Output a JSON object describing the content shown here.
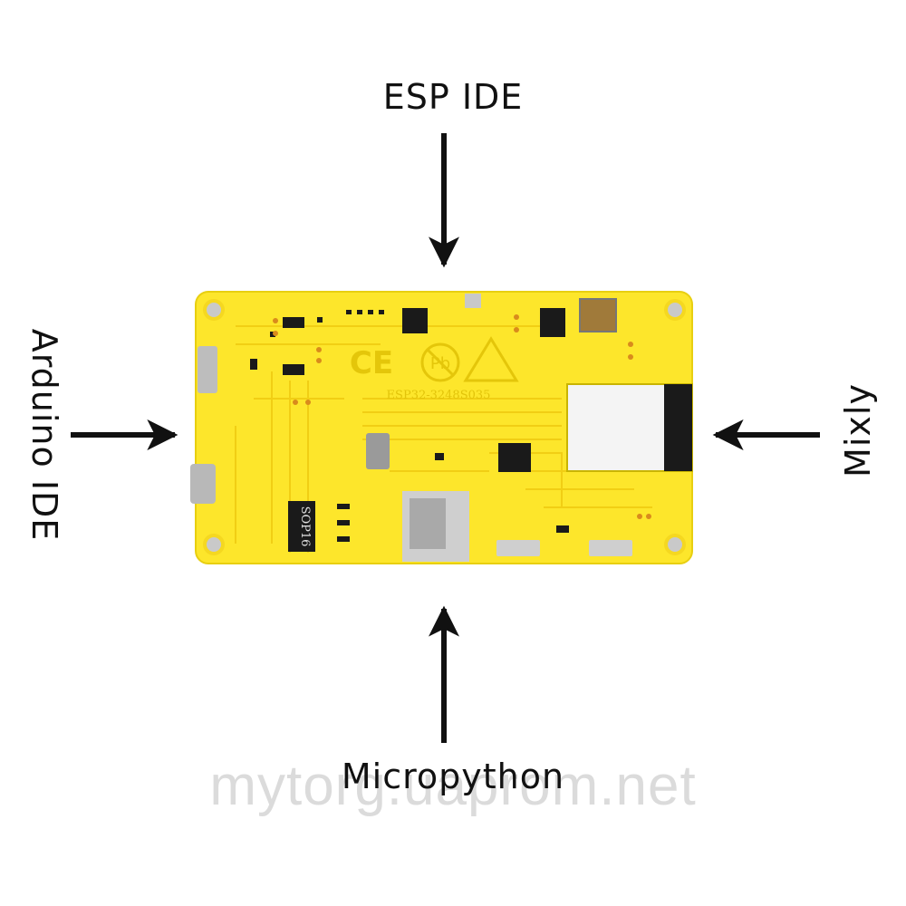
{
  "labels": {
    "top": "ESP IDE",
    "left": "Arduino IDE",
    "right": "Mixly",
    "bottom": "Micropython"
  },
  "board": {
    "silkscreen": "ESP32-3248S035",
    "chip_marking": "SOP16",
    "marks": [
      "CE",
      "Pb",
      "warning-triangle"
    ],
    "color": "#fde62b"
  },
  "watermark": "mytorg.uaprom.net",
  "colors": {
    "arrow": "#111111",
    "board": "#fde62b",
    "trace": "#f3cf10"
  }
}
